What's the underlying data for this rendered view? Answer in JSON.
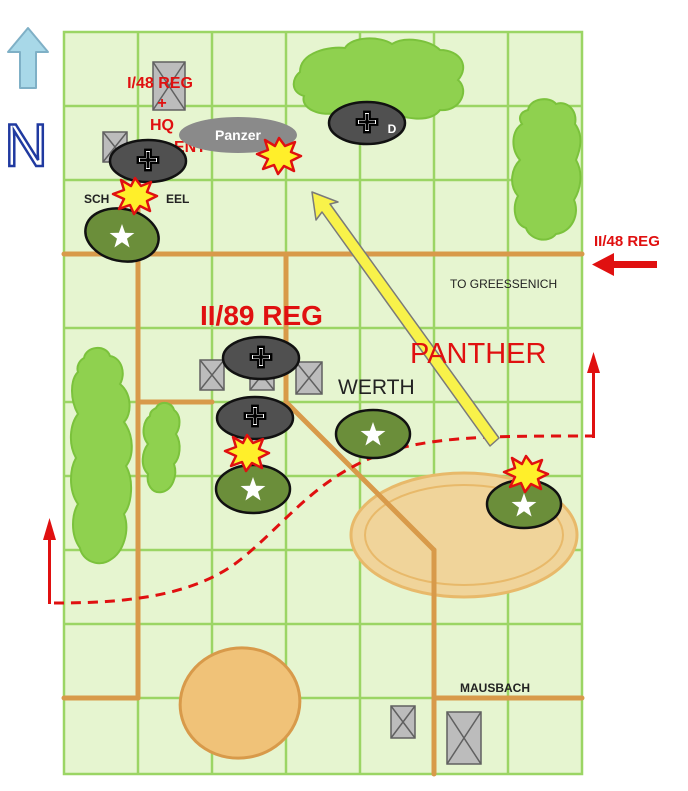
{
  "map": {
    "north_label": "N",
    "places": {
      "schevenhuette_partial": "SCH",
      "schevenhuette_partial_2": "EEL",
      "werth": "WERTH",
      "mausbach": "MAUSBACH",
      "to_greessenich": "TO GREESSENICH"
    },
    "units": {
      "reg_i48_hq_line1": "I/48 REG",
      "reg_i48_hq_line2": "+",
      "reg_i48_hq_line3": "HQ",
      "reg_i48_hq_partial": "ENT",
      "reg_ii48": "II/48 REG",
      "reg_ii89": "II/89 REG",
      "panzer": "Panzer",
      "panther": "PANTHER",
      "german_d_suffix": "D"
    },
    "colors": {
      "grass": "#e6f5d0",
      "grid": "#9bd564",
      "road": "#d89a4a",
      "forest": "#8fd14f",
      "field": "#e8b96a",
      "german_counter": "#505050",
      "us_counter": "#6b8e3a",
      "attack_red": "#e01010",
      "explosion_yellow": "#ffef2a",
      "arrow_yellow": "#f8f24a",
      "north_arrow": "#a8d8e8"
    }
  }
}
